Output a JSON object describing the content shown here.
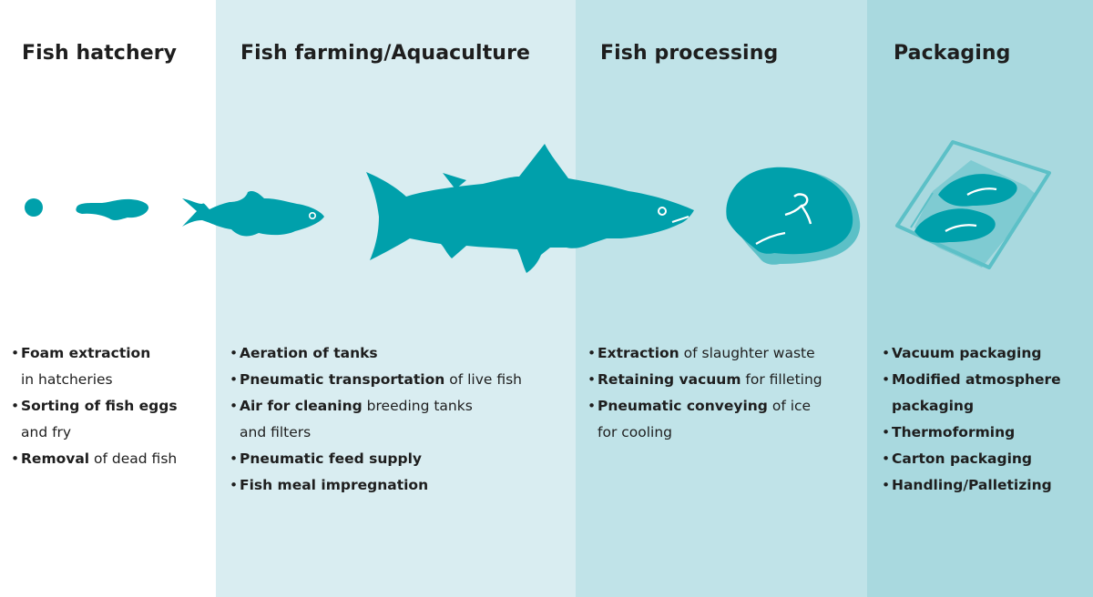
{
  "colors": {
    "fish": "#00a0ab",
    "fish_light": "#5cc0c7",
    "fish_eye": "#ffffff",
    "stage_backgrounds": [
      "#ffffff",
      "#d9edf1",
      "#c0e3e8",
      "#a9d9df"
    ]
  },
  "stages": [
    {
      "title": "Fish hatchery",
      "items": [
        {
          "bold": "Foam extraction",
          "text": "",
          "cont": "in hatcheries"
        },
        {
          "bold": "Sorting of fish eggs",
          "text": "",
          "cont": "and fry"
        },
        {
          "bold": "Removal",
          "text": " of dead fish",
          "cont": ""
        }
      ]
    },
    {
      "title": "Fish farming/Aquaculture",
      "items": [
        {
          "bold": "Aeration of tanks",
          "text": "",
          "cont": ""
        },
        {
          "bold": "Pneumatic transportation",
          "text": " of live fish",
          "cont": ""
        },
        {
          "bold": "Air for cleaning",
          "text": " breeding tanks",
          "cont": "and filters"
        },
        {
          "bold": "Pneumatic feed supply",
          "text": "",
          "cont": ""
        },
        {
          "bold": "Fish meal impregnation",
          "text": "",
          "cont": ""
        }
      ]
    },
    {
      "title": "Fish processing",
      "items": [
        {
          "bold": "Extraction",
          "text": " of slaughter waste",
          "cont": ""
        },
        {
          "bold": "Retaining vacuum",
          "text": " for filleting",
          "cont": ""
        },
        {
          "bold": "Pneumatic conveying",
          "text": " of ice",
          "cont": "for cooling"
        }
      ]
    },
    {
      "title": "Packaging",
      "items": [
        {
          "bold": "Vacuum packaging",
          "text": "",
          "cont": ""
        },
        {
          "bold": "Modified atmosphere",
          "text": "",
          "cont": "packaging",
          "cont_bold": true
        },
        {
          "bold": "Thermoforming",
          "text": "",
          "cont": ""
        },
        {
          "bold": "Carton packaging",
          "text": "",
          "cont": ""
        },
        {
          "bold": "Handling/Palletizing",
          "text": "",
          "cont": ""
        }
      ]
    }
  ],
  "illustrations": [
    "egg-icon",
    "larva-icon",
    "fry-icon",
    "salmon-icon",
    "fish-steak-icon",
    "packaged-fillets-icon"
  ]
}
